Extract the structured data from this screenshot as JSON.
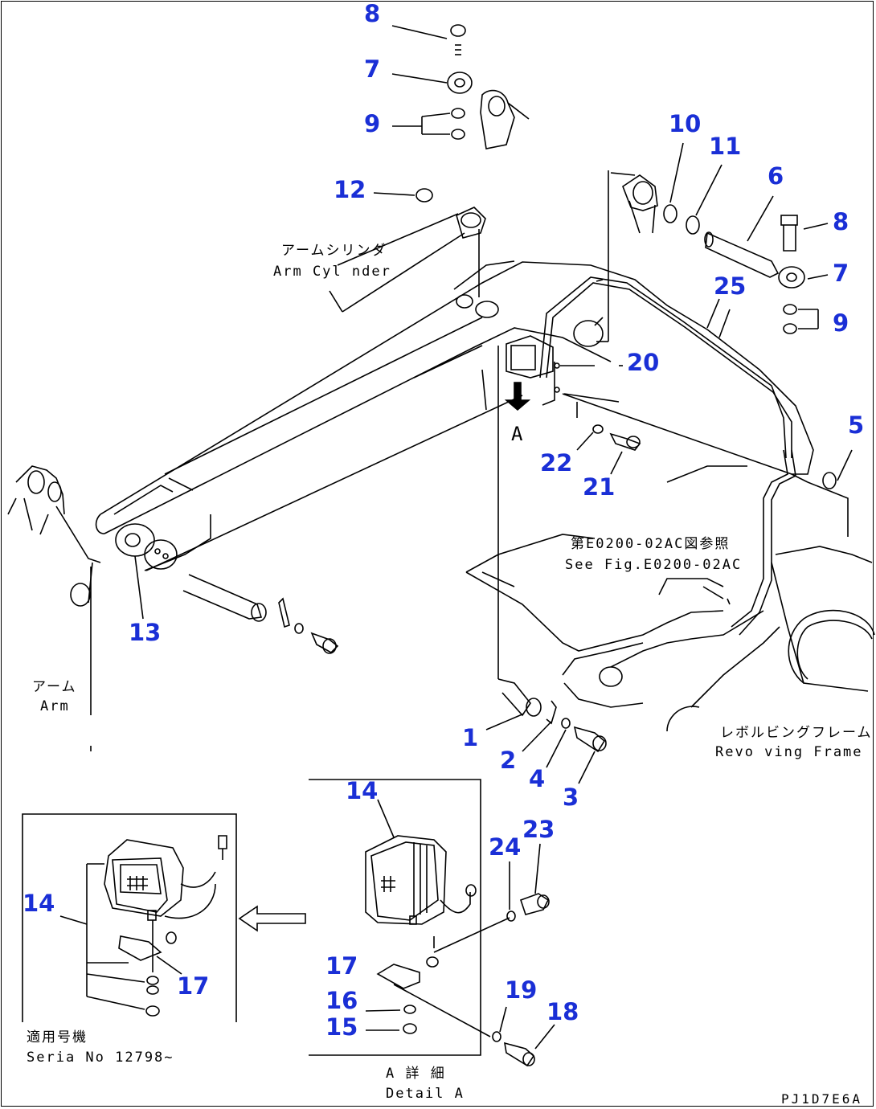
{
  "labels": {
    "arm_cylinder_jp": "アームシリンダ",
    "arm_cylinder_en": "Arm Cyl nder",
    "arm_jp": "アーム",
    "arm_en": "Arm",
    "revolving_frame_jp": "レボルビングフレーム",
    "revolving_frame_en": "Revo ving Frame",
    "see_fig_jp": "第E0200-02AC図参照",
    "see_fig_en": "See Fig.E0200-02AC",
    "detail_a_jp": "A 詳 細",
    "detail_a_en": "Detail A",
    "view_a": "A",
    "serial_jp": "適用号機",
    "serial_en": "Seria  No 12798~",
    "drawing_code": "PJ1D7E6A"
  },
  "parts": {
    "p1": "1",
    "p2": "2",
    "p3": "3",
    "p4": "4",
    "p5": "5",
    "p6": "6",
    "p7a": "7",
    "p7b": "7",
    "p8a": "8",
    "p8b": "8",
    "p9a": "9",
    "p9b": "9",
    "p10": "10",
    "p11": "11",
    "p12": "12",
    "p13": "13",
    "p14a": "14",
    "p14b": "14",
    "p15": "15",
    "p16": "16",
    "p17a": "17",
    "p17b": "17",
    "p18": "18",
    "p19": "19",
    "p20": "20",
    "p21": "21",
    "p22": "22",
    "p23": "23",
    "p24": "24",
    "p25": "25"
  },
  "colors": {
    "part_number": "#1a2fd6",
    "linework": "#000000"
  }
}
